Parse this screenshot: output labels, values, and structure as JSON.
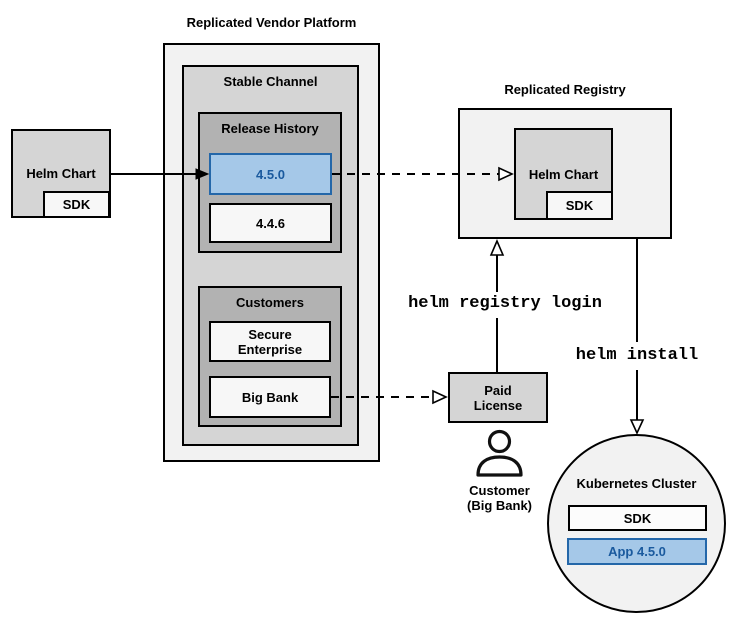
{
  "colors": {
    "highlight_fill": "#A5C8E8",
    "highlight_border": "#2467A9",
    "highlight_text": "#1A5A9E",
    "box_fill_light": "#F2F2F2",
    "box_fill_mid": "#D5D5D5",
    "box_fill_dark": "#B2B2B2",
    "stroke": "#000000"
  },
  "vendor_platform": {
    "title": "Replicated Vendor Platform",
    "stable_channel": {
      "label": "Stable Channel",
      "release_history": {
        "label": "Release History",
        "releases": [
          {
            "version": "4.5.0",
            "highlighted": true
          },
          {
            "version": "4.4.6",
            "highlighted": false
          }
        ]
      },
      "customers": {
        "label": "Customers",
        "items": [
          {
            "name": "Secure Enterprise"
          },
          {
            "name": "Big Bank"
          }
        ]
      }
    }
  },
  "source": {
    "helm_chart_label": "Helm Chart",
    "sdk_label": "SDK"
  },
  "registry": {
    "title": "Replicated Registry",
    "helm_chart_label": "Helm Chart",
    "sdk_label": "SDK"
  },
  "commands": {
    "registry_login": "helm registry login",
    "install": "helm install"
  },
  "paid_license": {
    "lines": [
      "Paid",
      "License"
    ]
  },
  "customer": {
    "name": "Customer",
    "org": "(Big Bank)"
  },
  "cluster": {
    "title": "Kubernetes Cluster",
    "sdk_label": "SDK",
    "app_label": "App 4.5.0"
  }
}
